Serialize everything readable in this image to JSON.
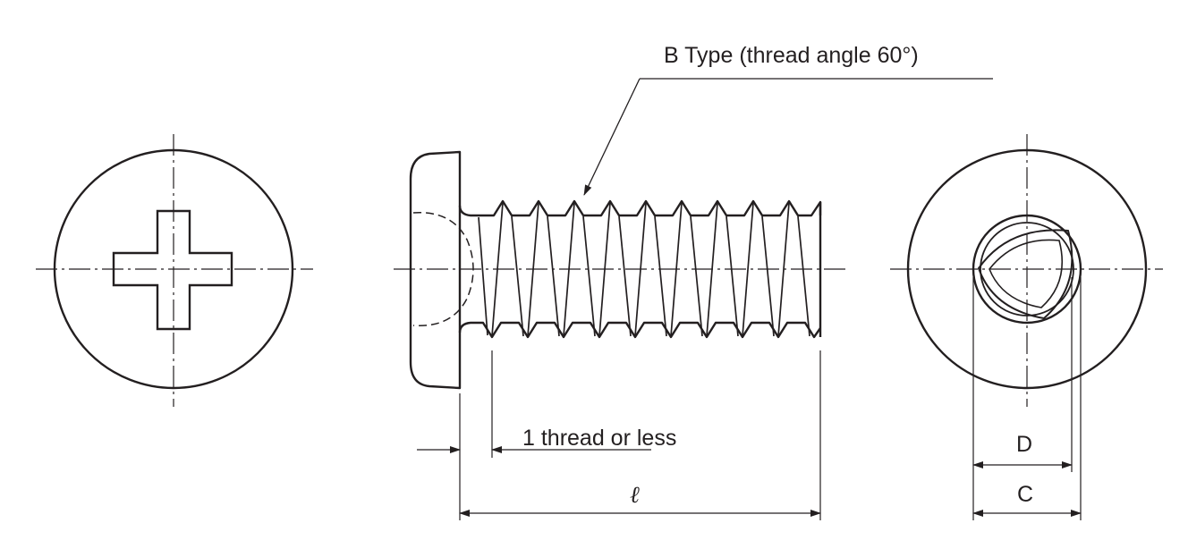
{
  "labels": {
    "thread_type": "B Type (thread angle 60°)",
    "thread_rule": "1 thread or less",
    "length": "ℓ",
    "dim_d": "D",
    "dim_c": "C"
  },
  "colors": {
    "line": "#231f20",
    "background": "#ffffff"
  }
}
